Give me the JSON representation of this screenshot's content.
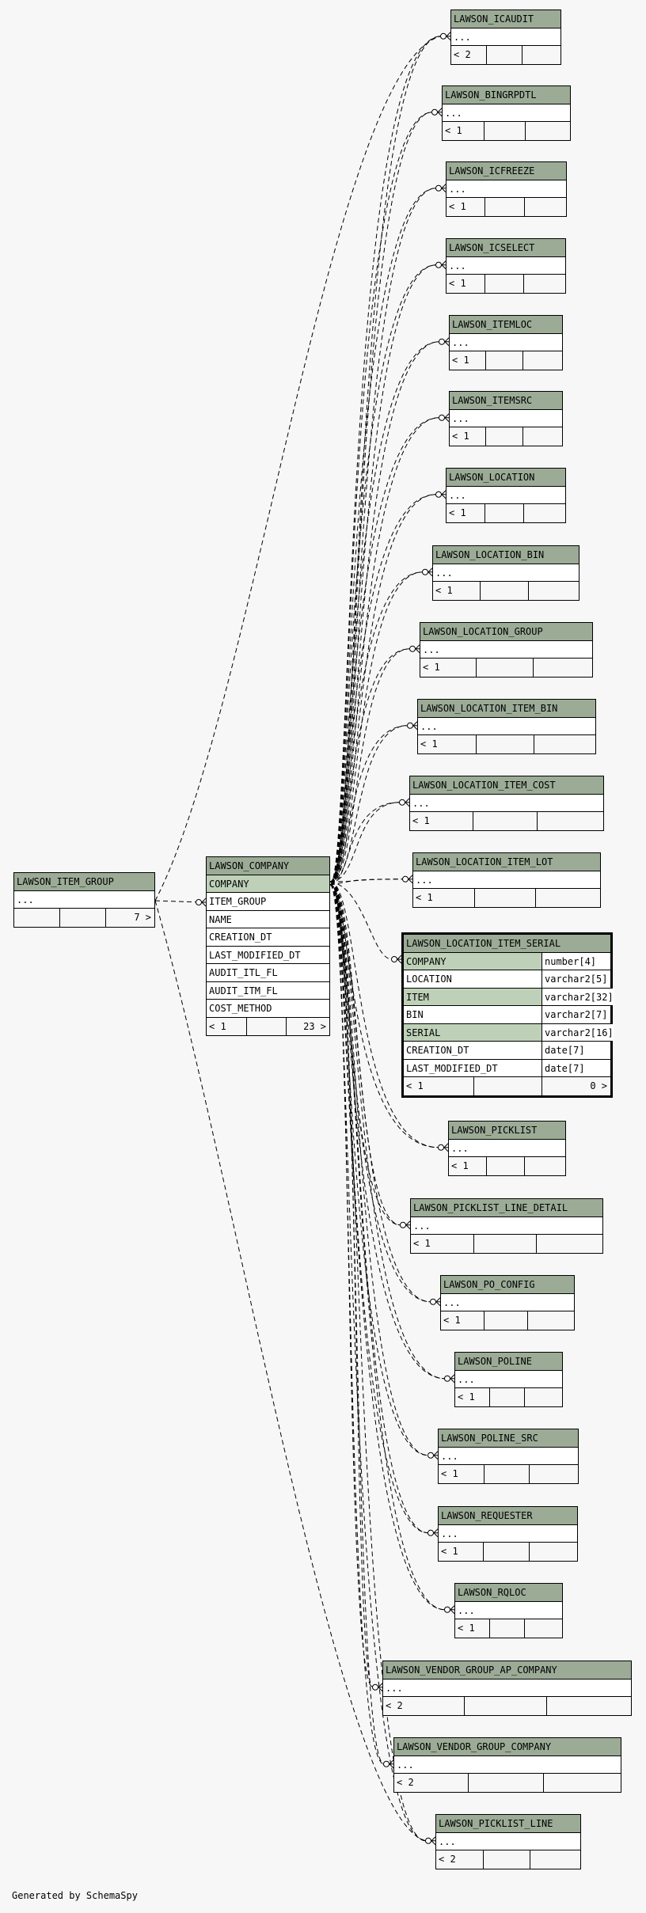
{
  "diagram": {
    "credit": "Generated by SchemaSpy",
    "focus_table": {
      "name": "LAWSON_LOCATION_ITEM_SERIAL",
      "columns": [
        {
          "name": "COMPANY",
          "type": "number[4]",
          "pk": true
        },
        {
          "name": "LOCATION",
          "type": "varchar2[5]",
          "pk": false
        },
        {
          "name": "ITEM",
          "type": "varchar2[32]",
          "pk": true
        },
        {
          "name": "BIN",
          "type": "varchar2[7]",
          "pk": false
        },
        {
          "name": "SERIAL",
          "type": "varchar2[16]",
          "pk": true
        },
        {
          "name": "CREATION_DT",
          "type": "date[7]",
          "pk": false
        },
        {
          "name": "LAST_MODIFIED_DT",
          "type": "date[7]",
          "pk": false
        }
      ],
      "footer": [
        "< 1",
        "",
        "0 >"
      ]
    },
    "company_table": {
      "name": "LAWSON_COMPANY",
      "columns": [
        {
          "name": "COMPANY",
          "pk": true
        },
        {
          "name": "ITEM_GROUP",
          "pk": false
        },
        {
          "name": "NAME",
          "pk": false
        },
        {
          "name": "CREATION_DT",
          "pk": false
        },
        {
          "name": "LAST_MODIFIED_DT",
          "pk": false
        },
        {
          "name": "AUDIT_ITL_FL",
          "pk": false
        },
        {
          "name": "AUDIT_ITM_FL",
          "pk": false
        },
        {
          "name": "COST_METHOD",
          "pk": false
        }
      ],
      "footer": [
        "< 1",
        "",
        "23 >"
      ]
    },
    "item_group_table": {
      "name": "LAWSON_ITEM_GROUP",
      "body": "...",
      "footer": [
        "",
        "",
        "7 >"
      ]
    },
    "child_tables": [
      {
        "name": "LAWSON_ICAUDIT",
        "body": "...",
        "footer": [
          "< 2",
          "",
          ""
        ]
      },
      {
        "name": "LAWSON_BINGRPDTL",
        "body": "...",
        "footer": [
          "< 1",
          "",
          ""
        ]
      },
      {
        "name": "LAWSON_ICFREEZE",
        "body": "...",
        "footer": [
          "< 1",
          "",
          ""
        ]
      },
      {
        "name": "LAWSON_ICSELECT",
        "body": "...",
        "footer": [
          "< 1",
          "",
          ""
        ]
      },
      {
        "name": "LAWSON_ITEMLOC",
        "body": "...",
        "footer": [
          "< 1",
          "",
          ""
        ]
      },
      {
        "name": "LAWSON_ITEMSRC",
        "body": "...",
        "footer": [
          "< 1",
          "",
          ""
        ]
      },
      {
        "name": "LAWSON_LOCATION",
        "body": "...",
        "footer": [
          "< 1",
          "",
          ""
        ]
      },
      {
        "name": "LAWSON_LOCATION_BIN",
        "body": "...",
        "footer": [
          "< 1",
          "",
          ""
        ]
      },
      {
        "name": "LAWSON_LOCATION_GROUP",
        "body": "...",
        "footer": [
          "< 1",
          "",
          ""
        ]
      },
      {
        "name": "LAWSON_LOCATION_ITEM_BIN",
        "body": "...",
        "footer": [
          "< 1",
          "",
          ""
        ]
      },
      {
        "name": "LAWSON_LOCATION_ITEM_COST",
        "body": "...",
        "footer": [
          "< 1",
          "",
          ""
        ]
      },
      {
        "name": "LAWSON_LOCATION_ITEM_LOT",
        "body": "...",
        "footer": [
          "< 1",
          "",
          ""
        ]
      },
      {
        "name": "LAWSON_PICKLIST",
        "body": "...",
        "footer": [
          "< 1",
          "",
          ""
        ]
      },
      {
        "name": "LAWSON_PICKLIST_LINE_DETAIL",
        "body": "...",
        "footer": [
          "< 1",
          "",
          ""
        ]
      },
      {
        "name": "LAWSON_PO_CONFIG",
        "body": "...",
        "footer": [
          "< 1",
          "",
          ""
        ]
      },
      {
        "name": "LAWSON_POLINE",
        "body": "...",
        "footer": [
          "< 1",
          "",
          ""
        ]
      },
      {
        "name": "LAWSON_POLINE_SRC",
        "body": "...",
        "footer": [
          "< 1",
          "",
          ""
        ]
      },
      {
        "name": "LAWSON_REQUESTER",
        "body": "...",
        "footer": [
          "< 1",
          "",
          ""
        ]
      },
      {
        "name": "LAWSON_RQLOC",
        "body": "...",
        "footer": [
          "< 1",
          "",
          ""
        ]
      },
      {
        "name": "LAWSON_VENDOR_GROUP_AP_COMPANY",
        "body": "...",
        "footer": [
          "< 2",
          "",
          ""
        ]
      },
      {
        "name": "LAWSON_VENDOR_GROUP_COMPANY",
        "body": "...",
        "footer": [
          "< 2",
          "",
          ""
        ]
      },
      {
        "name": "LAWSON_PICKLIST_LINE",
        "body": "...",
        "footer": [
          "< 2",
          "",
          ""
        ]
      }
    ],
    "colors": {
      "header": "#9bab96",
      "primary_key": "#bed1b8",
      "background": "#f7f7f7"
    }
  }
}
